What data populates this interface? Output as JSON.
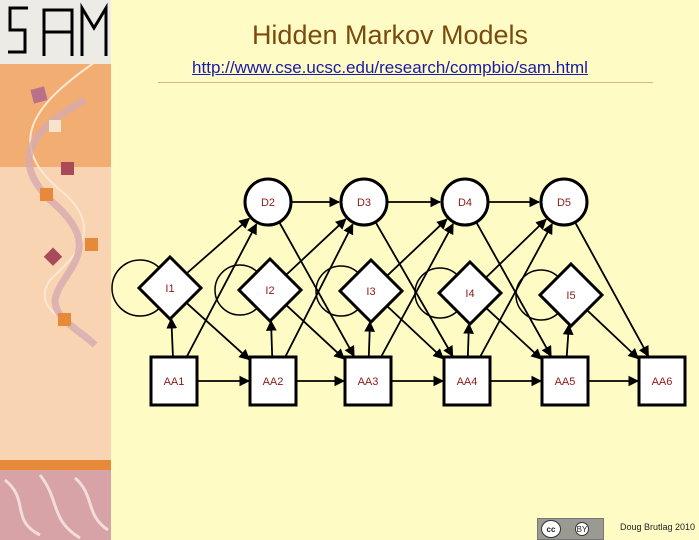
{
  "slide": {
    "title": "Hidden Markov Models",
    "url": "http://www.cse.ucsc.edu/research/compbio/sam.html",
    "credit": "Doug Brutlag 2010",
    "license_badge": {
      "cc": "cc",
      "by": "BY"
    },
    "logo_text": "SAM"
  },
  "diagram": {
    "match_nodes": [
      "AA1",
      "AA2",
      "AA3",
      "AA4",
      "AA5",
      "AA6"
    ],
    "insert_nodes": [
      "I1",
      "I2",
      "I3",
      "I4",
      "I5"
    ],
    "delete_nodes": [
      "D2",
      "D3",
      "D4",
      "D5"
    ],
    "edges": [
      [
        "AA1",
        "AA2"
      ],
      [
        "AA2",
        "AA3"
      ],
      [
        "AA3",
        "AA4"
      ],
      [
        "AA4",
        "AA5"
      ],
      [
        "AA5",
        "AA6"
      ],
      [
        "AA1",
        "I1"
      ],
      [
        "AA2",
        "I2"
      ],
      [
        "AA3",
        "I3"
      ],
      [
        "AA4",
        "I4"
      ],
      [
        "AA5",
        "I5"
      ],
      [
        "AA1",
        "D2"
      ],
      [
        "AA2",
        "D3"
      ],
      [
        "AA3",
        "D4"
      ],
      [
        "AA4",
        "D5"
      ],
      [
        "I1",
        "D2"
      ],
      [
        "I2",
        "D3"
      ],
      [
        "I3",
        "D4"
      ],
      [
        "I4",
        "D5"
      ],
      [
        "I1",
        "AA2"
      ],
      [
        "I2",
        "AA3"
      ],
      [
        "I3",
        "AA4"
      ],
      [
        "I4",
        "AA5"
      ],
      [
        "I5",
        "AA6"
      ],
      [
        "D2",
        "D3"
      ],
      [
        "D3",
        "D4"
      ],
      [
        "D4",
        "D5"
      ],
      [
        "D2",
        "AA3"
      ],
      [
        "D3",
        "AA4"
      ],
      [
        "D4",
        "AA5"
      ],
      [
        "D5",
        "AA6"
      ],
      [
        "I1",
        "I1"
      ],
      [
        "I2",
        "I2"
      ],
      [
        "I3",
        "I3"
      ],
      [
        "I4",
        "I4"
      ],
      [
        "I5",
        "I5"
      ]
    ],
    "colors": {
      "label": "#8b1a1a",
      "stroke": "#000000",
      "fill": "#ffffff"
    }
  }
}
